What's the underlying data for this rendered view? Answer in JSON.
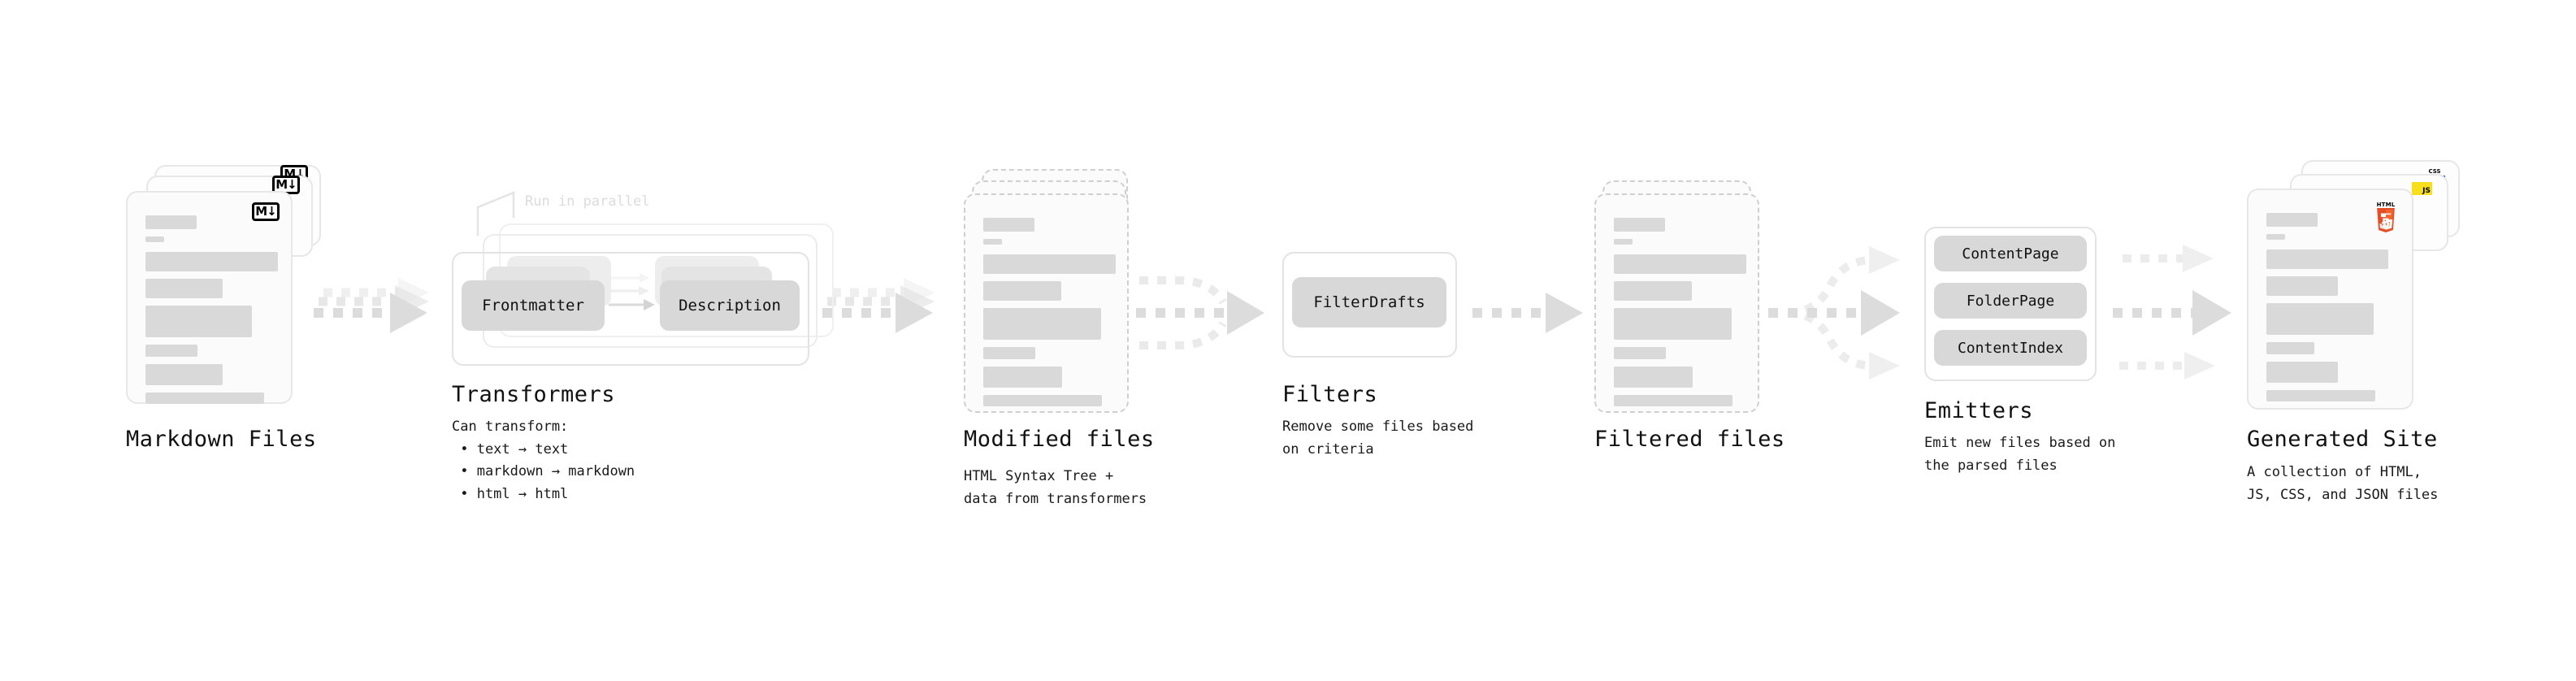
{
  "diagram": {
    "title_font_size": 27,
    "stages": [
      {
        "key": "markdown_files",
        "title": "Markdown Files",
        "subtitle": "",
        "badge": "M↓"
      },
      {
        "key": "transformers",
        "title": "Transformers",
        "subtitle": "Can transform:\n • text → text\n • markdown → markdown\n • html → html",
        "annotation": "Run in parallel",
        "chips": [
          "Frontmatter",
          "Description"
        ]
      },
      {
        "key": "modified_files",
        "title": "Modified files",
        "subtitle": "HTML Syntax Tree +\ndata from transformers"
      },
      {
        "key": "filters",
        "title": "Filters",
        "subtitle": "Remove some files based\non criteria",
        "chips": [
          "FilterDrafts"
        ]
      },
      {
        "key": "filtered_files",
        "title": "Filtered files",
        "subtitle": ""
      },
      {
        "key": "emitters",
        "title": "Emitters",
        "subtitle": "Emit new files based on\nthe parsed files",
        "chips": [
          "ContentPage",
          "FolderPage",
          "ContentIndex"
        ]
      },
      {
        "key": "generated_site",
        "title": "Generated Site",
        "subtitle": "A collection of HTML,\nJS, CSS, and JSON files",
        "badges": [
          "CSS",
          "JS",
          "HTML5"
        ]
      }
    ],
    "colors": {
      "background": "#ffffff",
      "card_fill": "#fbfbfb",
      "card_border": "#e7e7e7",
      "dashed_border": "#cfcfcf",
      "bar": "#d9d9d9",
      "chip": "#d8d8d8",
      "arrow": "#dcdcdc",
      "text": "#111111",
      "faint_text": "#dcdcdc",
      "css_blue": "#264de4",
      "js_yellow": "#f7df1e",
      "html5_orange": "#e44d26"
    },
    "badge_labels": {
      "markdown": "M↓",
      "css": "CSS",
      "js": "JS",
      "html5_top": "HTML",
      "html5_num": "5"
    }
  }
}
